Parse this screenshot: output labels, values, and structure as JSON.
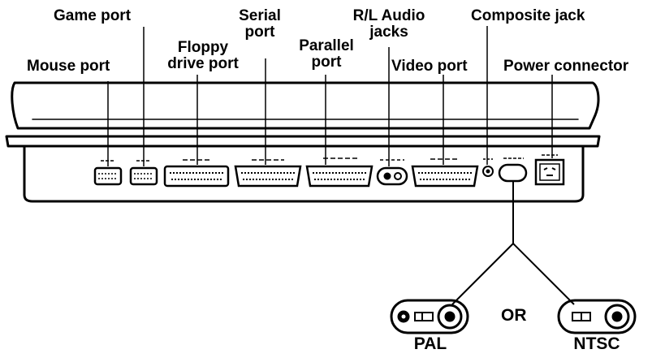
{
  "labels": {
    "game_port": "Game port",
    "mouse_port": "Mouse port",
    "floppy_line1": "Floppy",
    "floppy_line2": "drive port",
    "serial_line1": "Serial",
    "serial_line2": "port",
    "parallel_line1": "Parallel",
    "parallel_line2": "port",
    "audio_line1": "R/L Audio",
    "audio_line2": "jacks",
    "video_port": "Video port",
    "composite_jack": "Composite jack",
    "power_connector": "Power connector",
    "or": "OR",
    "pal": "PAL",
    "ntsc": "NTSC"
  },
  "colors": {
    "ink": "#000000",
    "paper": "#ffffff"
  }
}
